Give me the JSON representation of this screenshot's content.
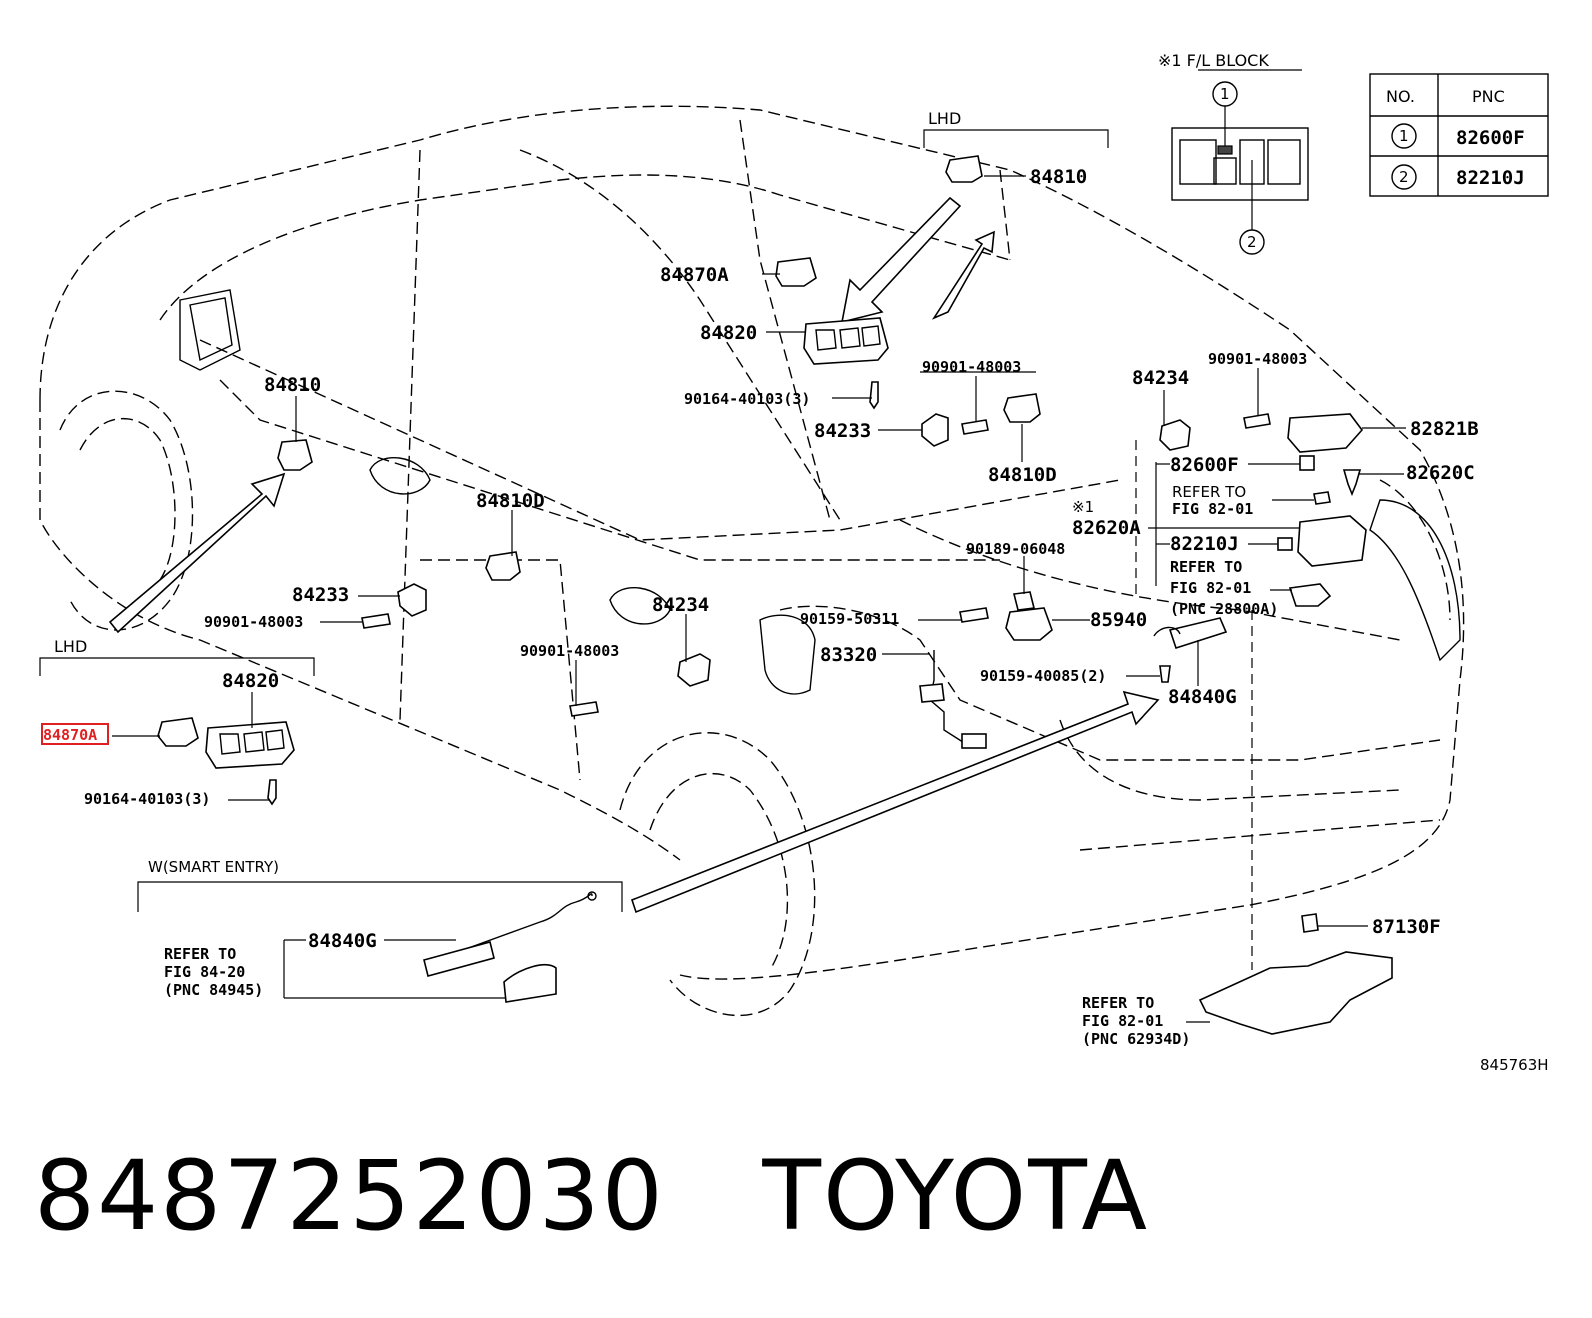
{
  "title": {
    "part_number": "8487252030",
    "brand": "TOYOTA"
  },
  "diagram_code": "845763H",
  "highlight_color": "#e02020",
  "fl_block": {
    "header": "※1  F/L BLOCK",
    "marker_1": "1",
    "marker_2": "2"
  },
  "pnc_table": {
    "headers": [
      "NO.",
      "PNC"
    ],
    "rows": [
      {
        "no": "1",
        "pnc": "82600F"
      },
      {
        "no": "2",
        "pnc": "82210J"
      }
    ]
  },
  "sections": {
    "lhd_top": "LHD",
    "lhd_left": "LHD",
    "smart_entry": "W(SMART ENTRY)"
  },
  "labels": {
    "p84810_top": "84810",
    "p84870A_top": "84870A",
    "p84820_top": "84820",
    "p90901_a": "90901-48003",
    "p90164_top": "90164-40103(3)",
    "p84233_right": "84233",
    "p84810D_right": "84810D",
    "p84810_left": "84810",
    "p84810D_mid": "84810D",
    "p84233_left": "84233",
    "p90901_b": "90901-48003",
    "p84234_mid": "84234",
    "p90901_c": "90901-48003",
    "p84820_left": "84820",
    "p84870A_left": "84870A",
    "p90164_left": "90164-40103(3)",
    "p84234_right": "84234",
    "p90901_d": "90901-48003",
    "p82821B": "82821B",
    "p82600F": "82600F",
    "p82620C": "82620C",
    "refer_82_01_a_l1": "REFER TO",
    "refer_82_01_a_l2": "FIG 82-01",
    "p82620A_mark": "※1",
    "p82620A": "82620A",
    "p82210J": "82210J",
    "refer_82_01_b_l1": "REFER TO",
    "refer_82_01_b_l2": "FIG 82-01",
    "refer_82_01_b_l3": "(PNC 28800A)",
    "p90189": "90189-06048",
    "p90159_a": "90159-50311",
    "p85940": "85940",
    "p83320": "83320",
    "p90159_b": "90159-40085(2)",
    "p84840G_right": "84840G",
    "p84840G_left": "84840G",
    "refer_84_20_l1": "REFER TO",
    "refer_84_20_l2": "FIG 84-20",
    "refer_84_20_l3": "(PNC 84945)",
    "p87130F": "87130F",
    "refer_62934D_l1": "REFER TO",
    "refer_62934D_l2": "FIG 82-01",
    "refer_62934D_l3": "(PNC 62934D)"
  }
}
